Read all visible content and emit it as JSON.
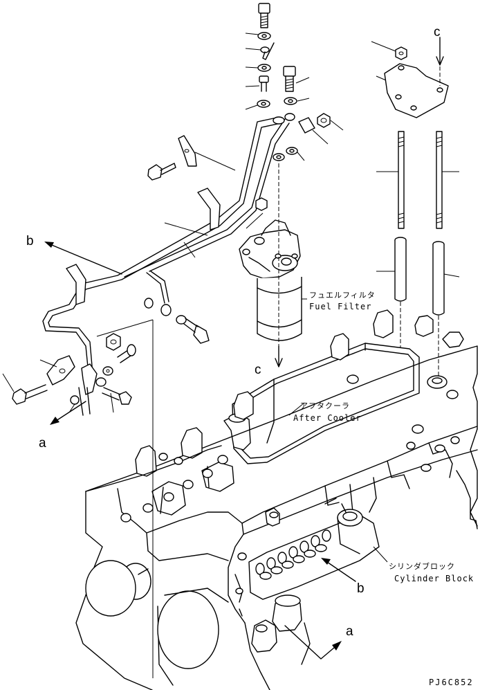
{
  "labels": {
    "ref_a_left": "a",
    "ref_a_bottom": "a",
    "ref_b_left": "b",
    "ref_b_bottom": "b",
    "ref_c_top": "c",
    "ref_c_mid": "c"
  },
  "callouts": {
    "fuel_filter_jp": "フュエルフィルタ",
    "fuel_filter_en": "Fuel Filter",
    "after_cooler_jp": "アフタクーラ",
    "after_cooler_en": "After Cooler",
    "cylinder_block_jp": "シリンダブロック",
    "cylinder_block_en": "Cylinder Block"
  },
  "drawing_code": "PJ6C852",
  "colors": {
    "line": "#000000",
    "background": "#ffffff"
  }
}
